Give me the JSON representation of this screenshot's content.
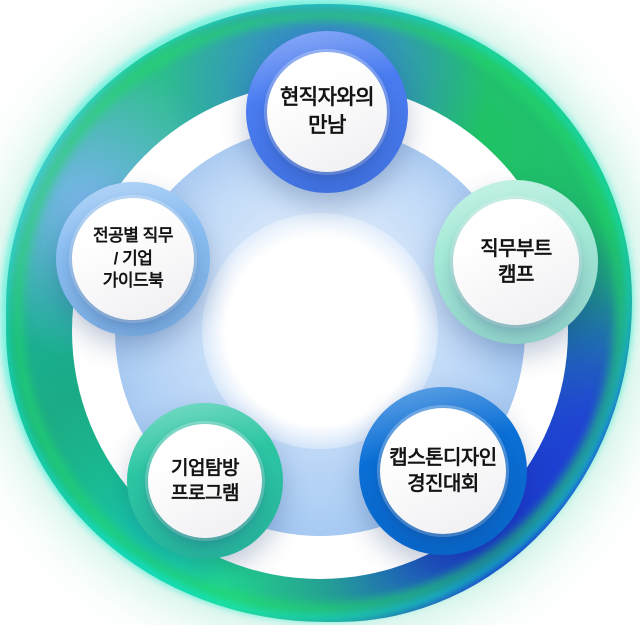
{
  "diagram": {
    "type": "pentagon-circle-diagram",
    "circles": [
      {
        "position": "top",
        "label": "현직자와의 만남",
        "label_lines": [
          "현직자와의",
          "만남"
        ],
        "ring_color": "#4a7cf1"
      },
      {
        "position": "right",
        "label": "직무부트 캠프",
        "label_lines": [
          "직무부트",
          "캠프"
        ],
        "ring_color": "#a5ead7"
      },
      {
        "position": "left",
        "label": "전공별 직무 / 기업 가이드북",
        "label_lines": [
          "전공별 직무",
          "/ 기업",
          "가이드북"
        ],
        "ring_color": "#8abef2"
      },
      {
        "position": "bottom-left",
        "label": "기업탐방 프로그램",
        "label_lines": [
          "기업탐방",
          "프로그램"
        ],
        "ring_color": "#2cc6a3"
      },
      {
        "position": "bottom-right",
        "label": "캡스톤디자인 경진대회",
        "label_lines": [
          "캡스톤디자인",
          "경진대회"
        ],
        "ring_color": "#0a6fd6"
      }
    ],
    "palette": {
      "rim_cyan": "#11eed6",
      "rim_green": "#22d769",
      "glow_green": "#1fc363",
      "glow_teal": "#16ad92",
      "glow_deep_blue": "#1b2fd6",
      "glow_top_blue": "#3f74ec",
      "plate_blue": "#aed0f5",
      "plate_white": "#ffffff",
      "text": "#141414"
    }
  }
}
